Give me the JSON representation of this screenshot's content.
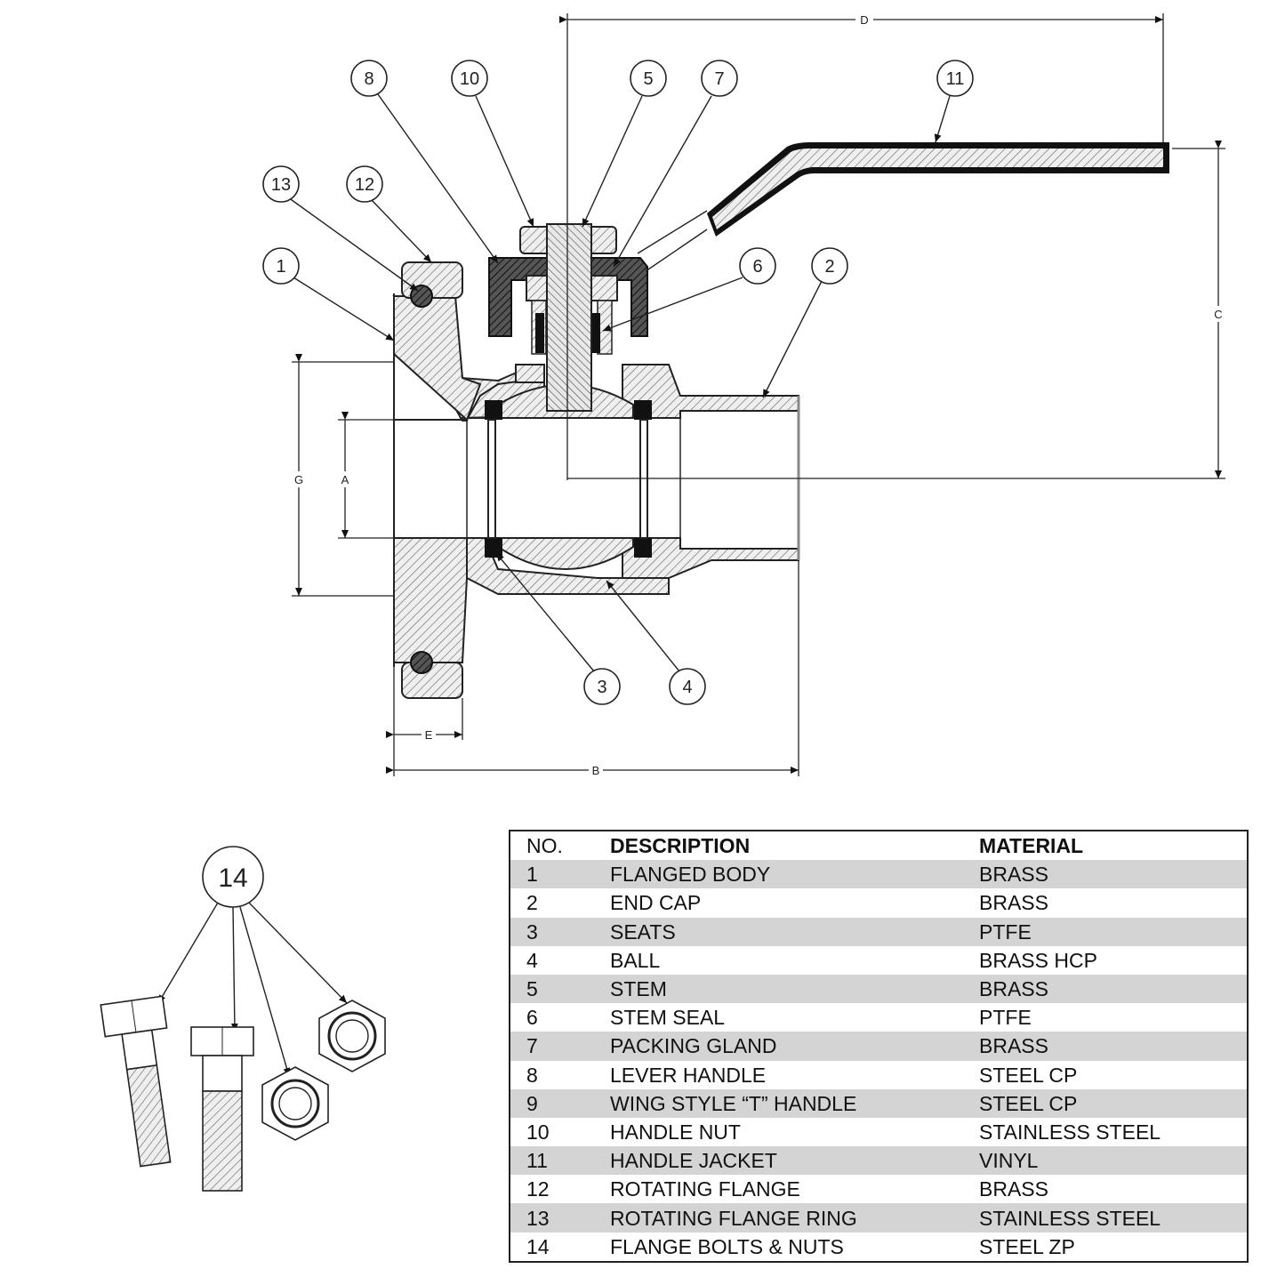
{
  "callouts": {
    "c1": "1",
    "c2": "2",
    "c3": "3",
    "c4": "4",
    "c5": "5",
    "c6": "6",
    "c7": "7",
    "c8": "8",
    "c10": "10",
    "c11": "11",
    "c12": "12",
    "c13": "13",
    "c14": "14"
  },
  "dimensions": {
    "a": "A",
    "b": "B",
    "c": "C",
    "d": "D",
    "e": "E",
    "g": "G"
  },
  "table": {
    "headers": {
      "no": "NO.",
      "description": "DESCRIPTION",
      "material": "MATERIAL"
    },
    "rows": [
      {
        "no": "1",
        "description": "FLANGED BODY",
        "material": "BRASS"
      },
      {
        "no": "2",
        "description": "END CAP",
        "material": "BRASS"
      },
      {
        "no": "3",
        "description": "SEATS",
        "material": "PTFE"
      },
      {
        "no": "4",
        "description": "BALL",
        "material": "BRASS HCP"
      },
      {
        "no": "5",
        "description": "STEM",
        "material": "BRASS"
      },
      {
        "no": "6",
        "description": "STEM SEAL",
        "material": "PTFE"
      },
      {
        "no": "7",
        "description": "PACKING GLAND",
        "material": "BRASS"
      },
      {
        "no": "8",
        "description": "LEVER HANDLE",
        "material": "STEEL CP"
      },
      {
        "no": "9",
        "description": "WING STYLE “T” HANDLE",
        "material": "STEEL CP"
      },
      {
        "no": "10",
        "description": "HANDLE NUT",
        "material": "STAINLESS STEEL"
      },
      {
        "no": "11",
        "description": "HANDLE JACKET",
        "material": "VINYL"
      },
      {
        "no": "12",
        "description": "ROTATING FLANGE",
        "material": "BRASS"
      },
      {
        "no": "13",
        "description": "ROTATING FLANGE RING",
        "material": "STAINLESS STEEL"
      },
      {
        "no": "14",
        "description": "FLANGE BOLTS & NUTS",
        "material": "STEEL ZP"
      }
    ]
  }
}
